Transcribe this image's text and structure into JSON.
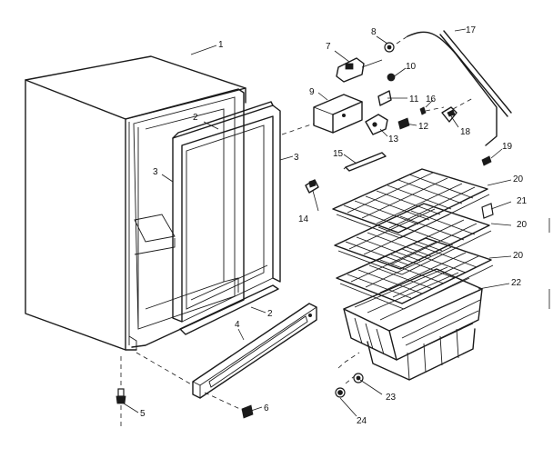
{
  "diagram": {
    "callouts": [
      "1",
      "2",
      "3",
      "3",
      "2",
      "4",
      "5",
      "6",
      "7",
      "8",
      "9",
      "10",
      "11",
      "12",
      "13",
      "14",
      "15",
      "16",
      "17",
      "18",
      "19",
      "20",
      "21",
      "20",
      "20",
      "22",
      "23",
      "24"
    ]
  }
}
